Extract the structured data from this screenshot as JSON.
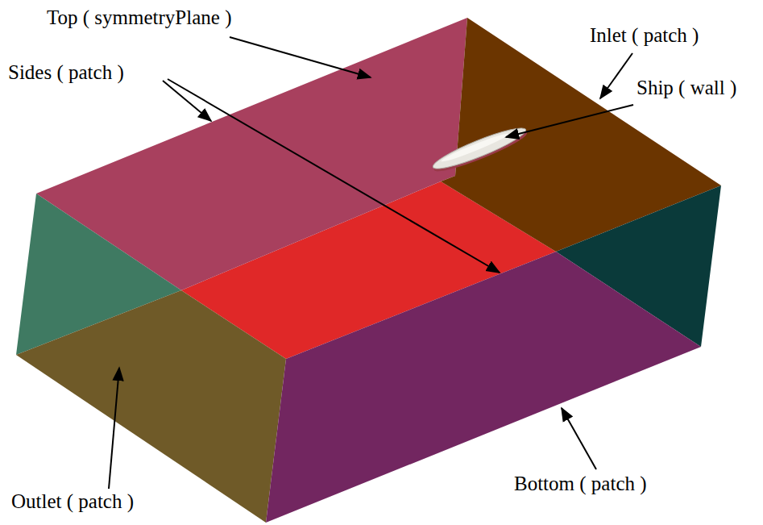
{
  "diagram": {
    "labels": [
      "Top ( symmetryPlane )",
      "Sides ( patch )",
      "Inlet ( patch )",
      "Ship ( wall )",
      "Outlet ( patch )",
      "Bottom ( patch )"
    ]
  }
}
